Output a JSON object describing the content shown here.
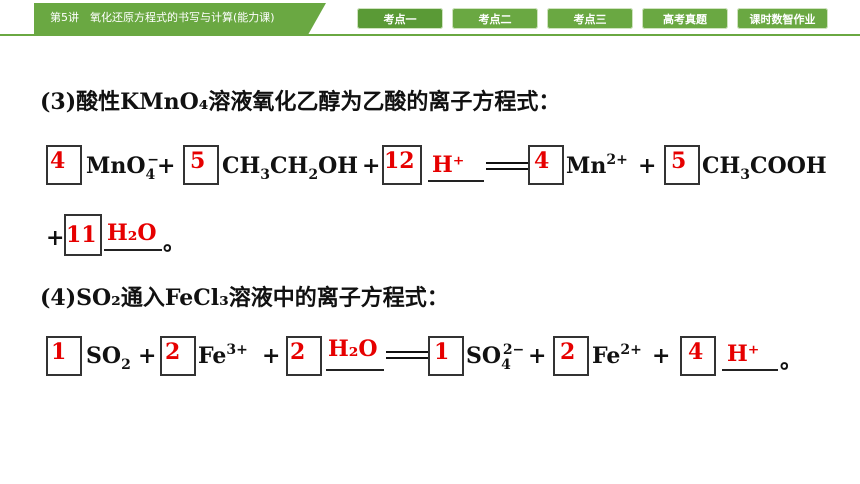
{
  "header": {
    "lesson_title": "第5讲　氧化还原方程式的书写与计算(能力课)",
    "tabs": [
      "考点一",
      "考点二",
      "考点三",
      "高考真题",
      "课时数智作业"
    ]
  },
  "q3": {
    "heading": "(3)酸性KMnO₄溶液氧化乙醇为乙酸的离子方程式：",
    "c1": "4",
    "c2": "5",
    "c3": "12",
    "c4": "4",
    "c5": "5",
    "c6": "11",
    "fill1": "H⁺",
    "fill2": "H₂O",
    "end": "。"
  },
  "q4": {
    "heading": "(4)SO₂通入FeCl₃溶液中的离子方程式：",
    "c1": "1",
    "c2": "2",
    "c3": "2",
    "c4": "1",
    "c5": "2",
    "c6": "4",
    "fill1": "H₂O",
    "fill2": "H⁺",
    "end": "。"
  }
}
